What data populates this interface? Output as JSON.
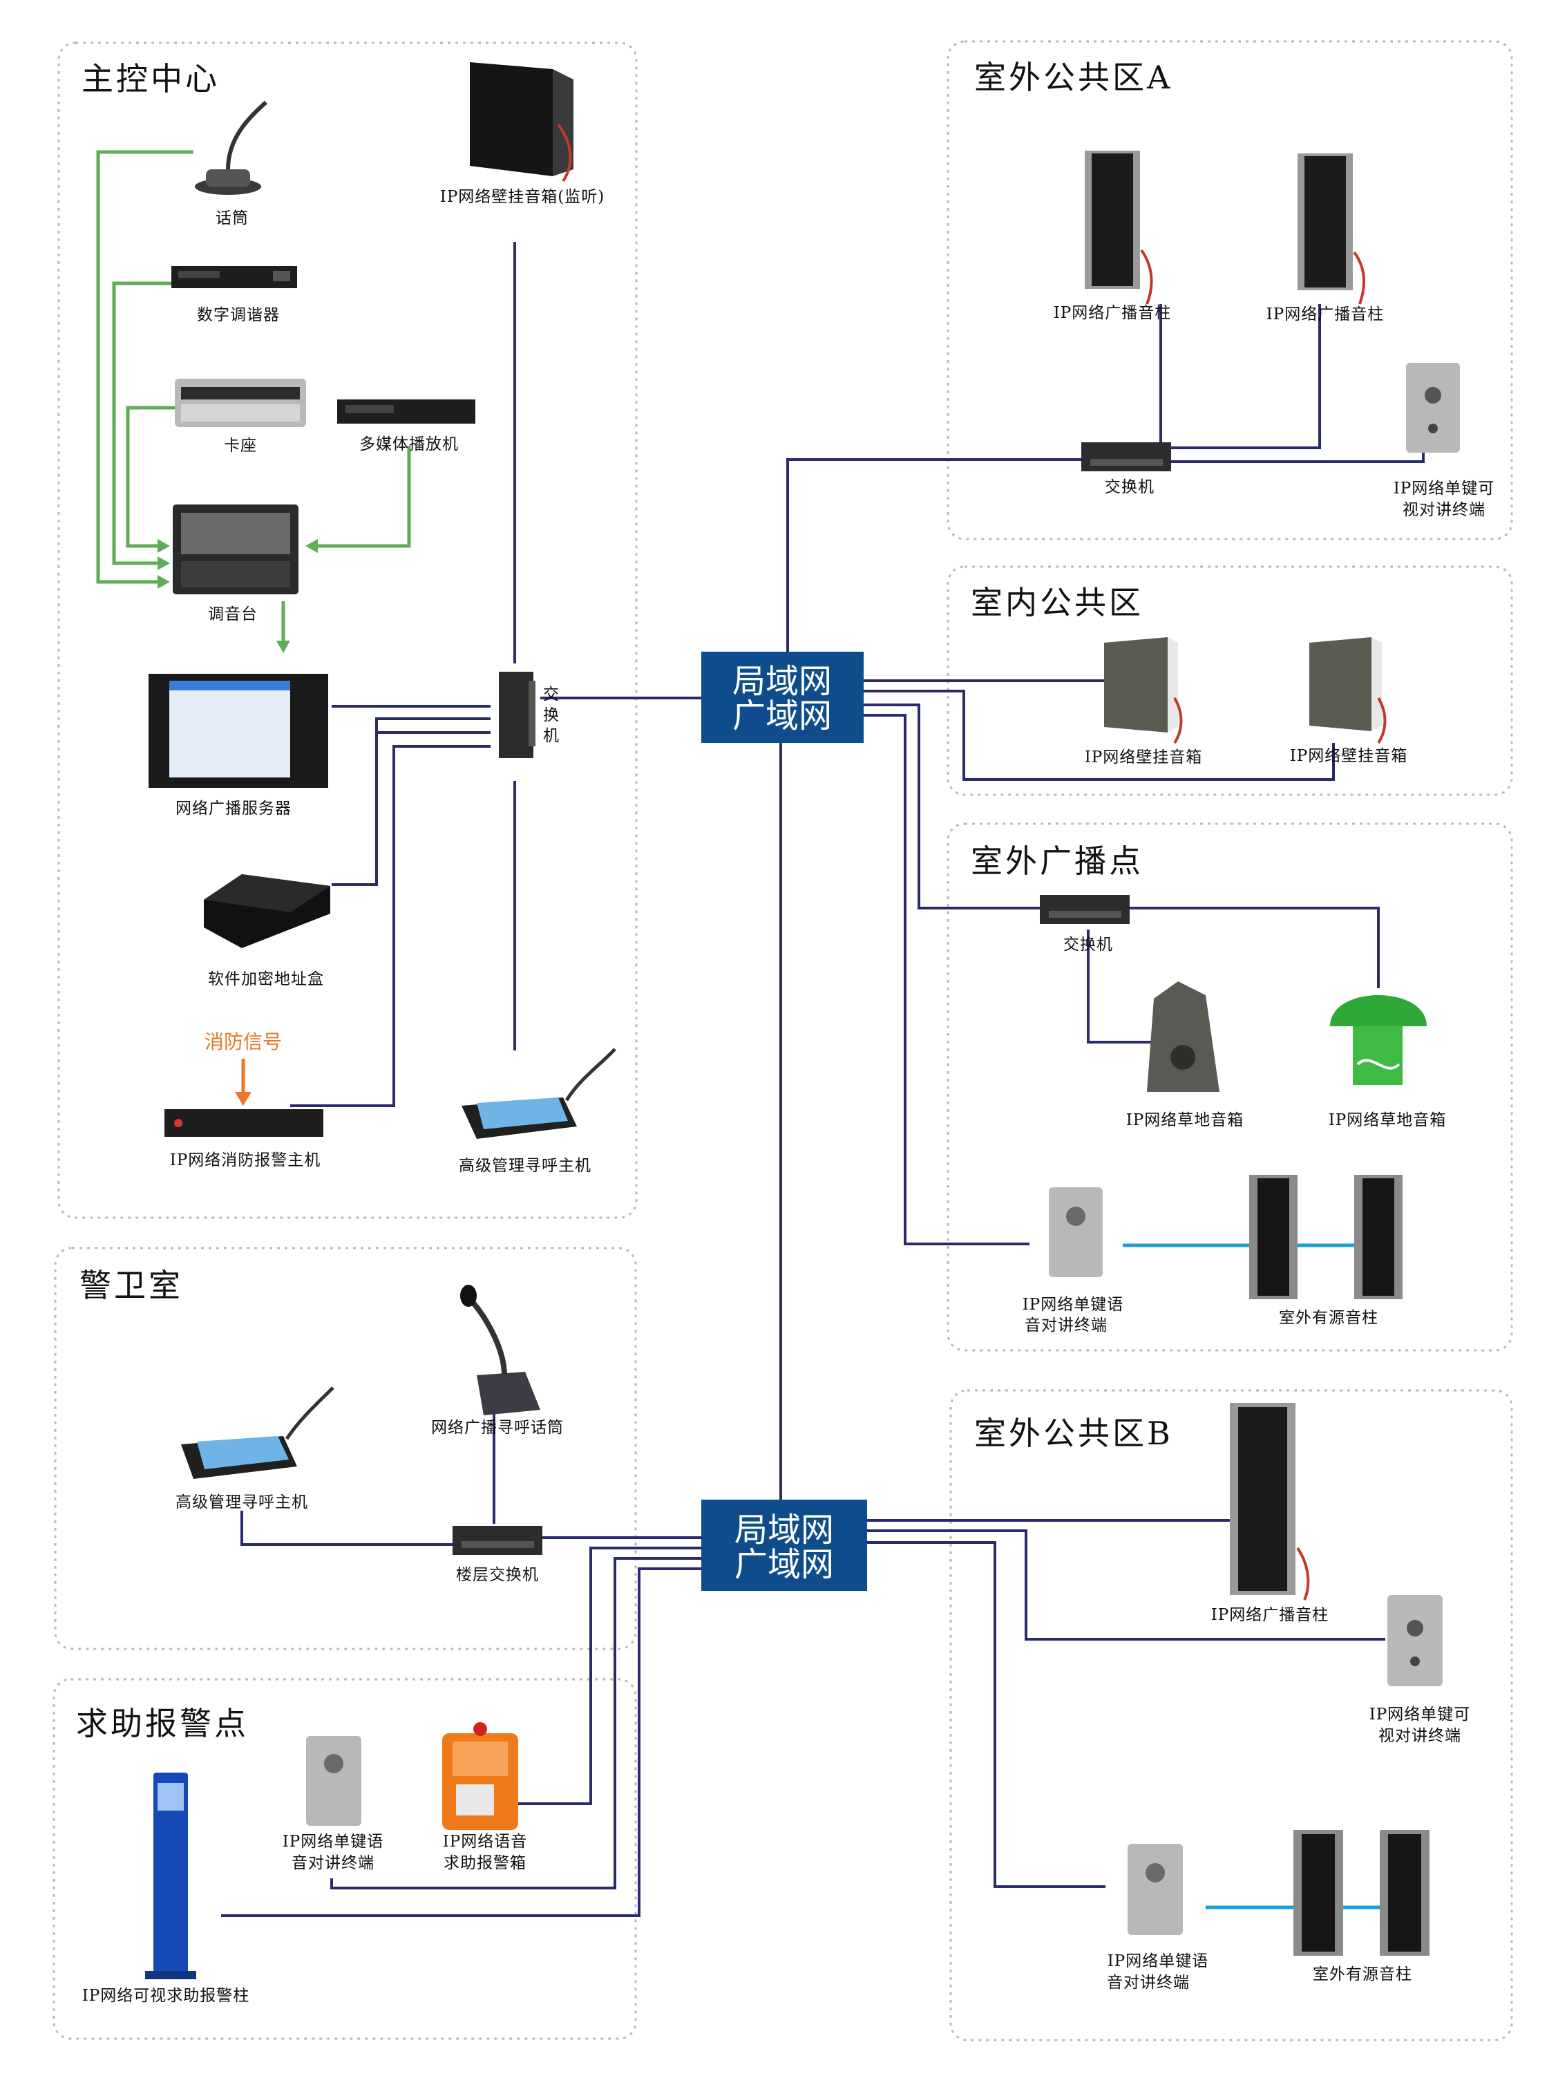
{
  "zones": {
    "main_control": "主控中心",
    "outdoor_a": "室外公共区A",
    "indoor": "室内公共区",
    "outdoor_broadcast": "室外广播点",
    "guard_room": "警卫室",
    "outdoor_b": "室外公共区B",
    "help_alarm": "求助报警点"
  },
  "hubs": {
    "top": [
      "局域网",
      "广域网"
    ],
    "bottom": [
      "局域网",
      "广域网"
    ]
  },
  "main_control": {
    "microphone": "话筒",
    "tuner": "数字调谐器",
    "cassette": "卡座",
    "media_player": "多媒体播放机",
    "mixer": "调音台",
    "server": "网络广播服务器",
    "encrypt_box": "软件加密地址盒",
    "fire_signal": "消防信号",
    "fire_alarm_host": "IP网络消防报警主机",
    "paging_host": "高级管理寻呼主机",
    "wall_speaker_monitor": "IP网络壁挂音箱(监听)",
    "switch_chars": [
      "交",
      "换",
      "机"
    ]
  },
  "outdoor_a": {
    "column_1": "IP网络广播音柱",
    "column_2": "IP网络广播音柱",
    "switch": "交换机",
    "video_intercom": [
      "IP网络单键可",
      "视对讲终端"
    ]
  },
  "indoor": {
    "wall_1": "IP网络壁挂音箱",
    "wall_2": "IP网络壁挂音箱"
  },
  "outdoor_broadcast": {
    "switch": "交换机",
    "lawn_1": "IP网络草地音箱",
    "lawn_2": "IP网络草地音箱",
    "intercom": [
      "IP网络单键语",
      "音对讲终端"
    ],
    "active_column": "室外有源音柱"
  },
  "guard_room": {
    "paging_mic": "网络广播寻呼话筒",
    "paging_host": "高级管理寻呼主机",
    "floor_switch": "楼层交换机"
  },
  "outdoor_b": {
    "column": "IP网络广播音柱",
    "video_intercom": [
      "IP网络单键可",
      "视对讲终端"
    ],
    "intercom": [
      "IP网络单键语",
      "音对讲终端"
    ],
    "active_column": "室外有源音柱"
  },
  "help_alarm": {
    "intercom": [
      "IP网络单键语",
      "音对讲终端"
    ],
    "alarm_box": [
      "IP网络语音",
      "求助报警箱"
    ],
    "visual_pillar": "IP网络可视求助报警柱"
  },
  "colors": {
    "hub": "#0f4c8c",
    "wire": "#2a2a6e",
    "audio": "#5fae57",
    "link": "#1c9fd9",
    "fire": "#e8782a"
  }
}
